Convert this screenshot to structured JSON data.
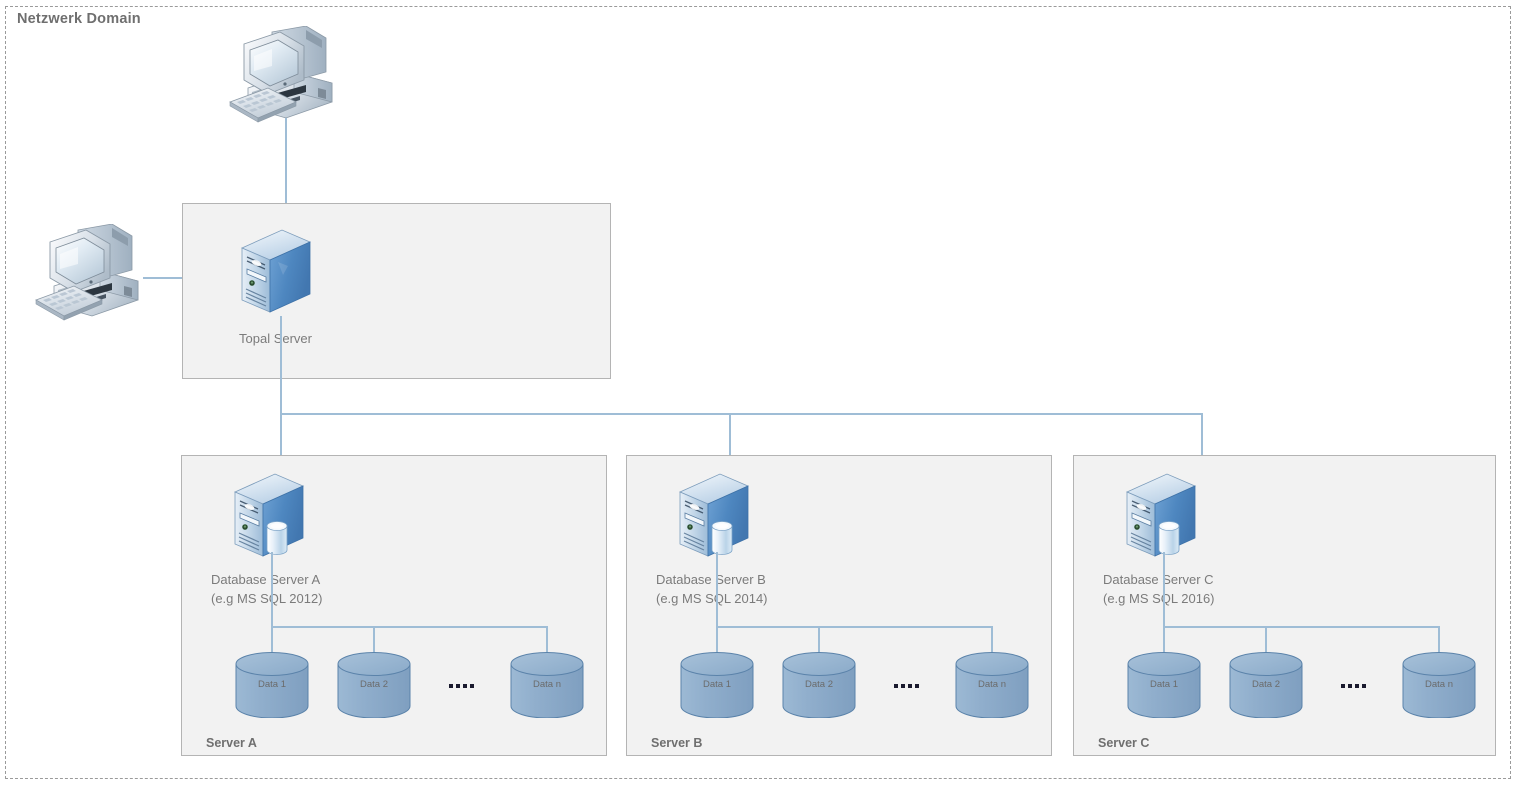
{
  "domain": {
    "title": "Netzwerk Domain",
    "border_style": "dashed",
    "border_color": "#9a9a9a"
  },
  "colors": {
    "group_fill": "#f2f2f2",
    "group_border": "#b4b4b4",
    "connector": "#9fbdd6",
    "label_text": "#7b7b7b",
    "bold_label_text": "#6f6f6f",
    "cylinder_fill": "#8faecb",
    "cylinder_border": "#5b83aa",
    "server_accent": "#4a83bf"
  },
  "clients": [
    {
      "name": "top-workstation",
      "icon": "computer-icon",
      "label": ""
    },
    {
      "name": "left-workstation",
      "icon": "computer-icon",
      "label": ""
    }
  ],
  "topal": {
    "box_label": "",
    "server_label": "Topal Server",
    "icon": "server-tower-icon"
  },
  "server_groups": [
    {
      "id": "server-a",
      "group_label": "Server A",
      "db_name": "Database Server A",
      "db_note": "(e.g MS SQL 2012)",
      "icon": "database-server-icon",
      "databases": [
        {
          "label": "Data 1"
        },
        {
          "label": "Data 2"
        },
        {
          "label": "Data n"
        }
      ],
      "ellipsis": "...."
    },
    {
      "id": "server-b",
      "group_label": "Server B",
      "db_name": "Database Server B",
      "db_note": "(e.g MS SQL 2014)",
      "icon": "database-server-icon",
      "databases": [
        {
          "label": "Data 1"
        },
        {
          "label": "Data 2"
        },
        {
          "label": "Data n"
        }
      ],
      "ellipsis": "...."
    },
    {
      "id": "server-c",
      "group_label": "Server C",
      "db_name": "Database Server C",
      "db_note": "(e.g MS SQL 2016)",
      "icon": "database-server-icon",
      "databases": [
        {
          "label": "Data 1"
        },
        {
          "label": "Data 2"
        },
        {
          "label": "Data n"
        }
      ],
      "ellipsis": "...."
    }
  ]
}
